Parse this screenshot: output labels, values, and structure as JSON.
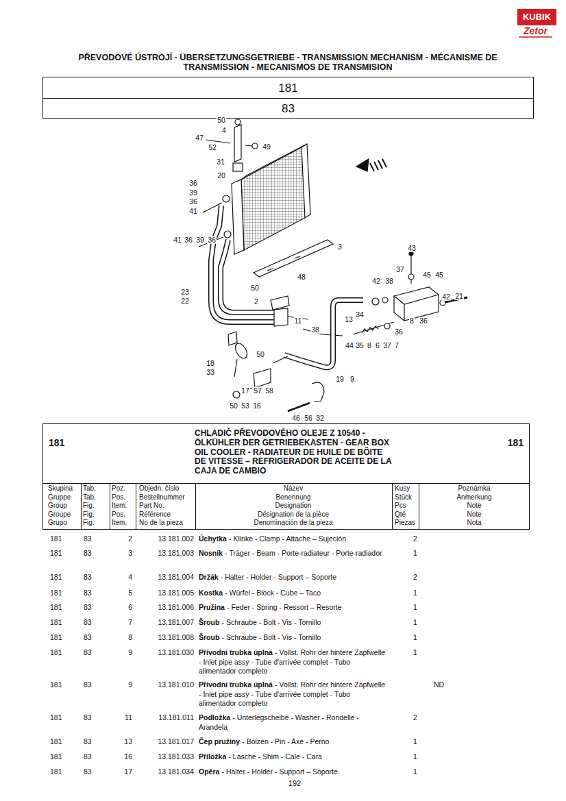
{
  "diagram": {
    "title": "PŘEVODOVÉ ÚSTROJÍ - ÜBERSETZUNGSGETRIEBE - TRANSMISSION MECHANISM - MÉCANISME DE TRANSMISSION - MECANISMOS DE TRANSMISION",
    "nodes": [
      {
        "text": [
          "181"
        ]
      },
      {
        "text": [
          "83"
        ]
      },
      {
        "text": [
          "181",
          "CHLADIČ PŘEVODOVÉHO OLEJE Z 10540 - ÖLKÜHLER DER GETRIEBEKASTEN - GEAR BOX OIL COOLER - RADIATEUR DE HUILE DE BÔITE DE VITESSE – REFRIGERADOR DE ACEITE DE LA CAJA DE CAMBIO",
          "181"
        ]
      }
    ],
    "labels": [
      "KUBIK",
      "Zetor",
      "50",
      "4",
      "47",
      "52",
      "49",
      "31",
      "20",
      "36",
      "39",
      "36",
      "41",
      "41",
      "36",
      "39",
      "36",
      "3",
      "43",
      "37",
      "45",
      "45",
      "42",
      "38",
      "50",
      "48",
      "23",
      "22",
      "2",
      "42",
      "21",
      "11",
      "13",
      "34",
      "8",
      "36",
      "38",
      "36",
      "44",
      "35",
      "8",
      "6",
      "37",
      "7",
      "18",
      "50",
      "33",
      "19",
      "9",
      "17",
      "57",
      "58",
      "50",
      "53",
      "16",
      "46",
      "56",
      "32",
      "Skupina",
      "Gruppe",
      "Group",
      "Groupe",
      "Grupo",
      "Tab.",
      "Tab.",
      "Fig.",
      "Fig.",
      "Fig.",
      "Poz.",
      "Pos.",
      "Item.",
      "Pos.",
      "Item.",
      "Objedn. číslo",
      "Bestellnummer",
      "Part No.",
      "Référence",
      "No de la pieza",
      "Název",
      "Benennung",
      "Designation",
      "Désignation de la pièce",
      "Denominación de la pieza",
      "Kusy",
      "Stück",
      "Pcs",
      "Qté",
      "Piezas",
      "Poznámka",
      "Anmerkung",
      "Note",
      "Note",
      "Nota",
      "181",
      "83",
      "2",
      "13.181.002",
      "Úchytka",
      "- Klinke - Clamp - Attache – Sujeción",
      "2",
      "181",
      "83",
      "3",
      "13.181.003",
      "Nosník",
      "- Träger - Beam - Porte-radiateur - Porte-radiador",
      "1",
      "181",
      "83",
      "4",
      "13.181.004",
      "Držák",
      "- Halter - Holder - Support – Soporte",
      "2",
      "181",
      "83",
      "5",
      "13.181.005",
      "Kostka",
      "- Würfel - Block - Cube – Taco",
      "1",
      "181",
      "83",
      "6",
      "13.181.006",
      "Pružina",
      "- Feder - Spring - Ressort – Resorte",
      "1",
      "181",
      "83",
      "7",
      "13.181.007",
      "Šroub",
      "- Schraube - Bolt - Vis - Tornillo",
      "1",
      "181",
      "83",
      "8",
      "13.181.008",
      "Šroub",
      "- Schraube - Bolt - Vis - Tornillo",
      "1",
      "181",
      "83",
      "9",
      "13.181.030",
      "Přívodní trubka úplná",
      "- Vollst. Rohr der hintere Zapfwelle - Inlet pipe assy - Tube d'arrivée complet - Tubo alimentador completo",
      "1",
      "181",
      "83",
      "9",
      "13.181.010",
      "Přívodní trubka úplná",
      "- Vollst. Rohr der hintere Zapfwelle - Inlet pipe assy - Tube d'arrivée complet - Tubo alimentador completo",
      "ND",
      "181",
      "83",
      "11",
      "13.181.011",
      "Podložka",
      "- Unterlegscheibe - Washer - Rondelle - Arandela",
      "2",
      "181",
      "83",
      "13",
      "13.181.017",
      "Čep pružiny",
      "- Bolzen - Pin - Axe - Perno",
      "1",
      "181",
      "83",
      "16",
      "13.181.033",
      "Příložka",
      "- Lasche - Shim - Cale - Cara",
      "1",
      "181",
      "83",
      "17",
      "13.181.034",
      "Opěra",
      "- Halter - Holder - Support – Soporte",
      "1",
      "192"
    ]
  }
}
